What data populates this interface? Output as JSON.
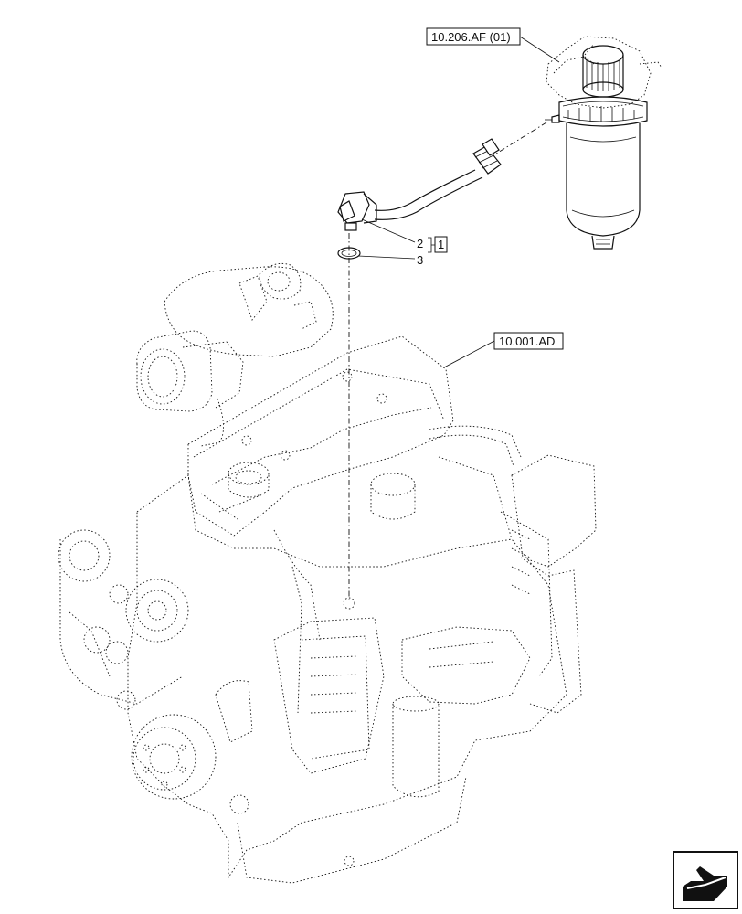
{
  "callouts": {
    "filter_ref": "10.206.AF (01)",
    "engine_ref": "10.001.AD",
    "item_2": "2",
    "item_3": "3",
    "group_1": "1"
  },
  "icons": {
    "nav_arrow": "arrow-icon"
  }
}
